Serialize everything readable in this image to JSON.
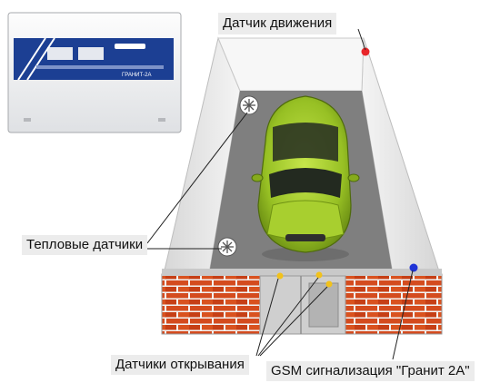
{
  "labels": {
    "motion_sensor": "Датчик движения",
    "heat_sensors": "Тепловые датчики",
    "opening_sensors": "Датчики открывания",
    "gsm_alarm": "GSM сигнализация \"Гранит 2А\""
  },
  "device_panel": {
    "brand_text": "ГРАНИТ-2А"
  },
  "colors": {
    "motion_dot": "#e8262a",
    "gsm_dot": "#1f34d6",
    "door_sensor_dot": "#f2c21b",
    "car_body": "#9cc526",
    "floor": "#808080",
    "brick": "#d8471a",
    "panel_blue": "#1c3f93"
  }
}
